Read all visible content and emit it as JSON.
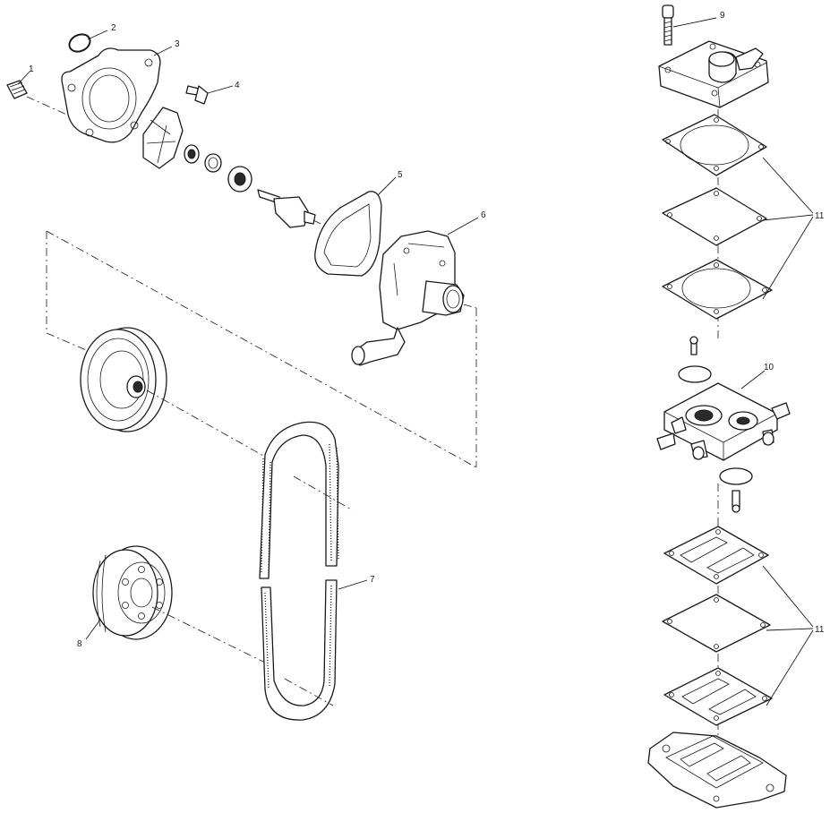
{
  "callouts": {
    "c1": "1",
    "c2": "2",
    "c3": "3",
    "c4": "4",
    "c5": "5",
    "c6": "6",
    "c7": "7",
    "c8": "8",
    "c9": "9",
    "c10": "10",
    "c11a": "11",
    "c11b": "11"
  },
  "colors": {
    "line": "#1a1a1a",
    "background": "#ffffff"
  }
}
